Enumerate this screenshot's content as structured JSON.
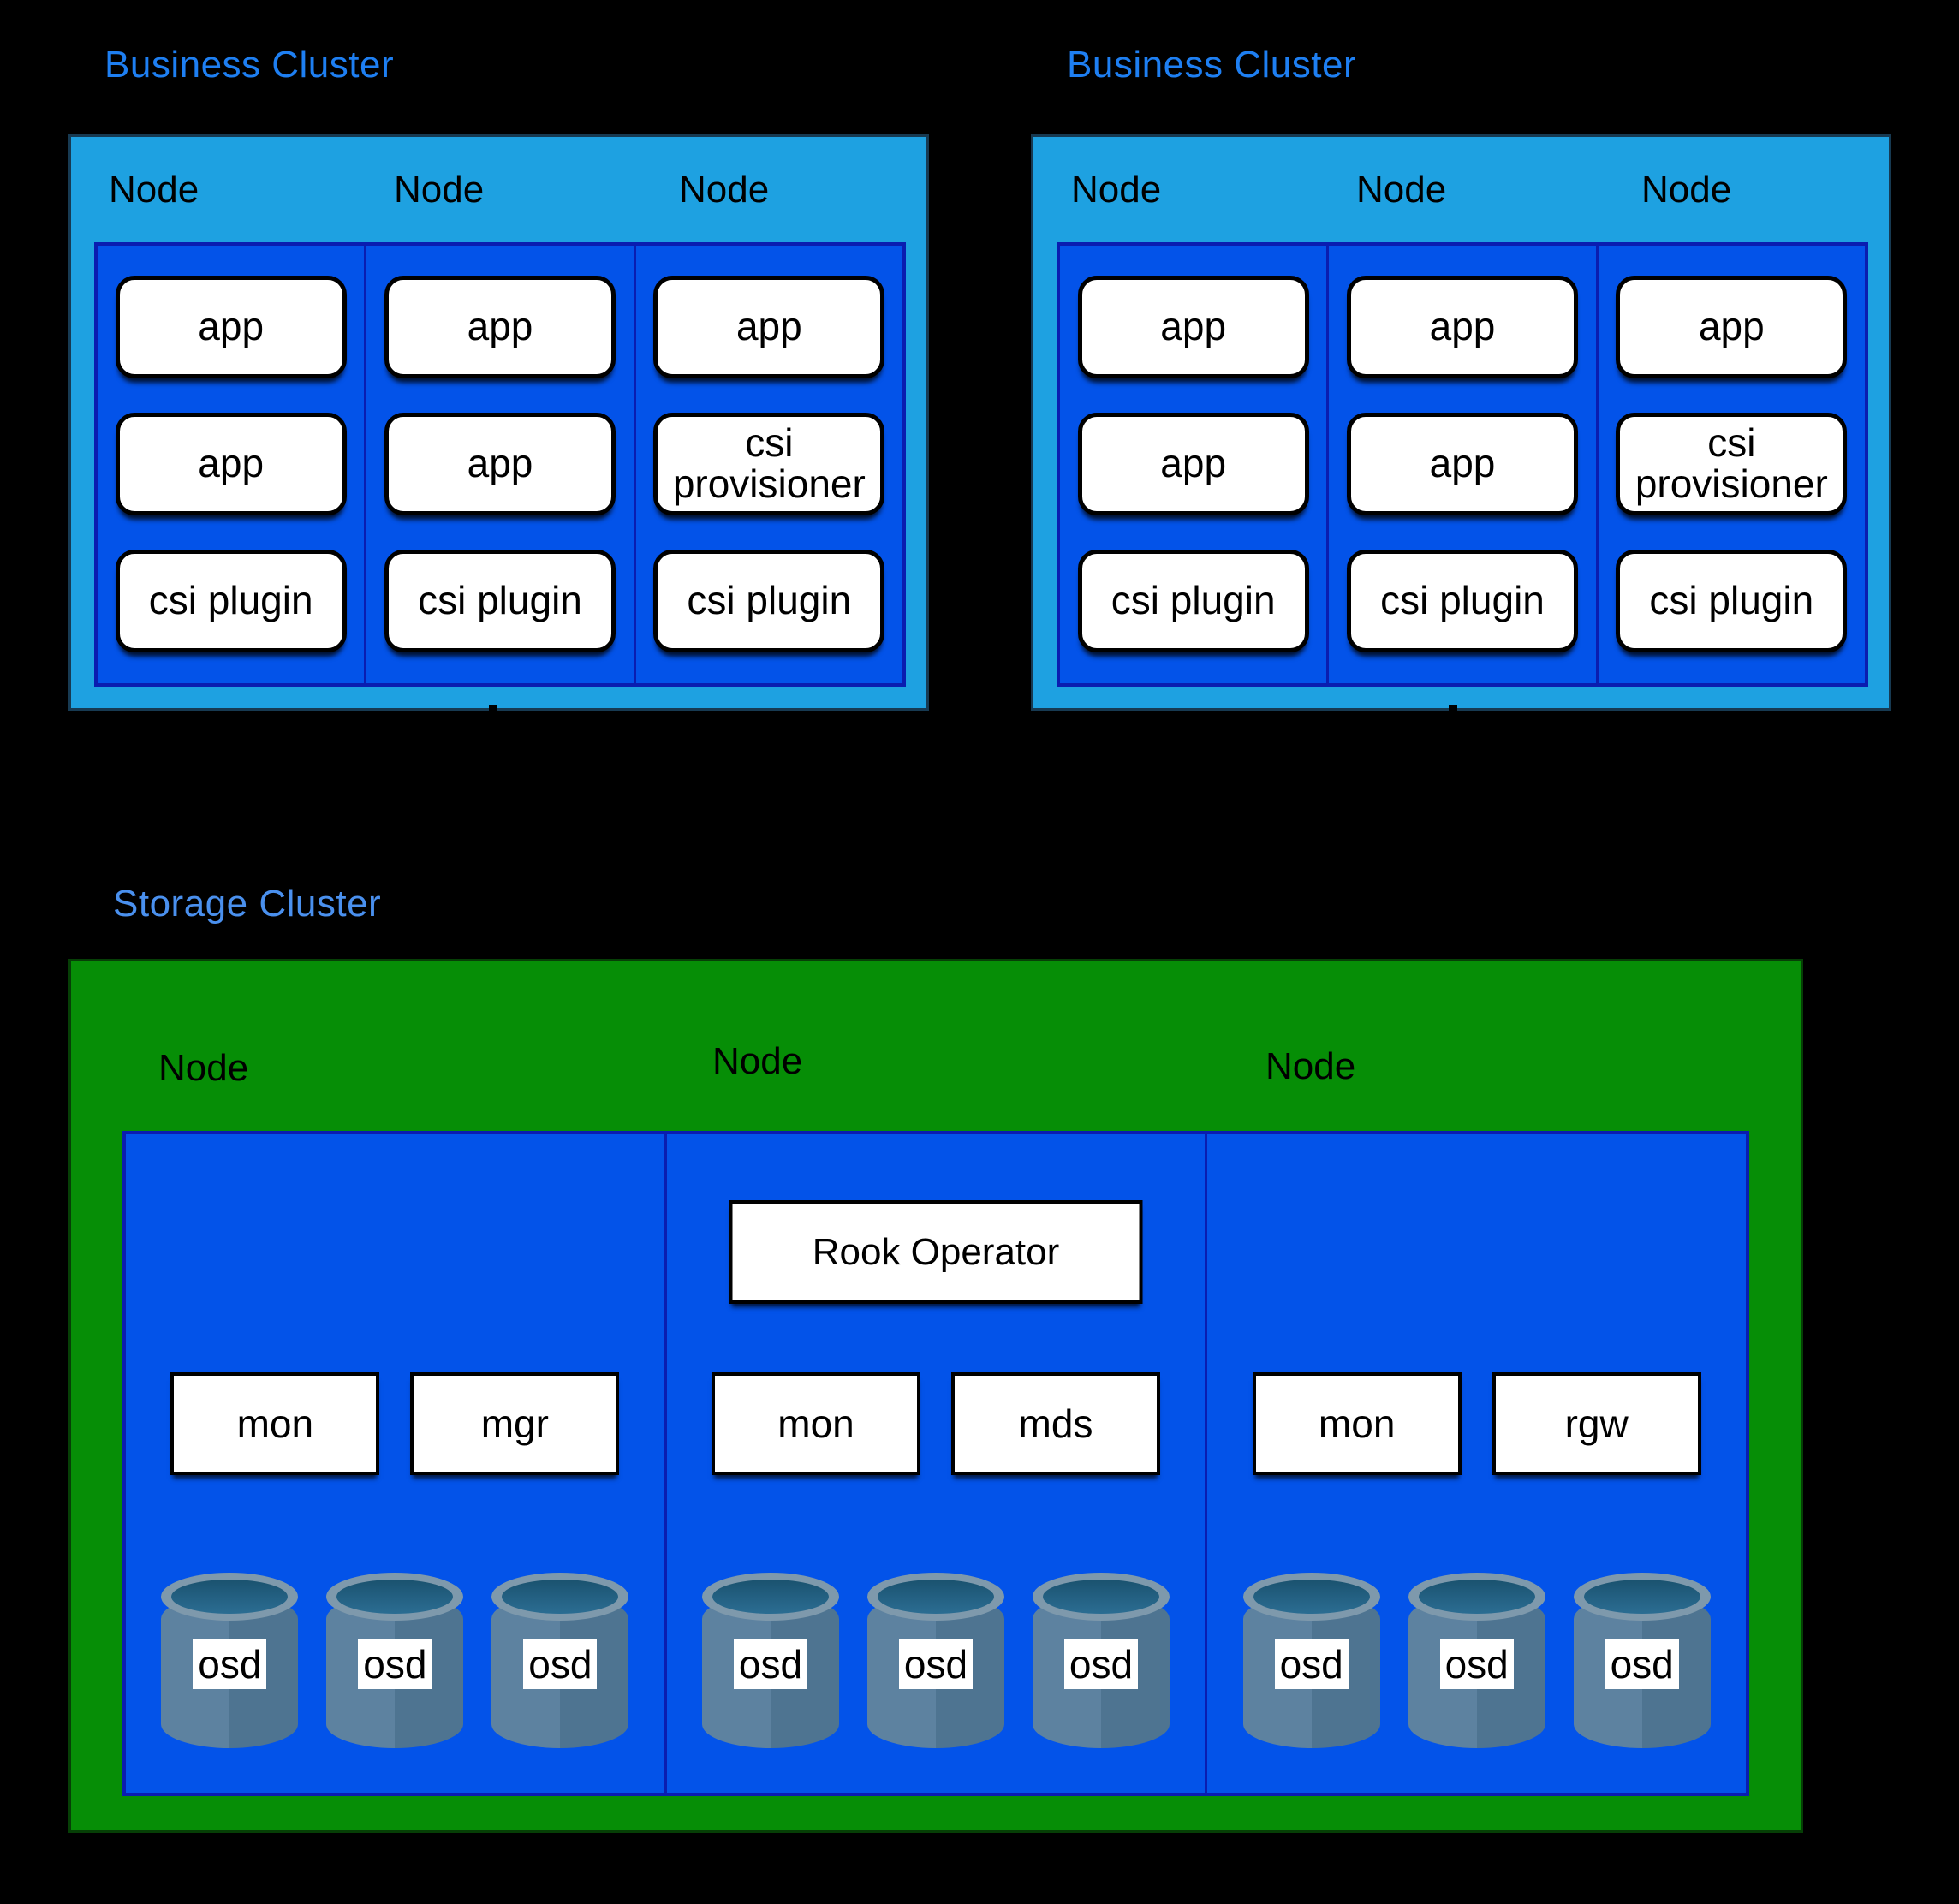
{
  "colors": {
    "background": "#000000",
    "business_title": "#1E7FF2",
    "storage_title": "#4A90EE",
    "cluster_shell": "#1EA1E1",
    "cluster_shell_border": "#173A52",
    "node_area": "#0353E9",
    "node_area_border": "#0A1DB0",
    "storage_shell": "#068E06",
    "storage_shell_border": "#063F06",
    "pod_fill": "#FFFFFF",
    "cylinder_body_light": "#5D82A0",
    "cylinder_body_dark": "#4E7491",
    "cylinder_rim": "#7E99AC",
    "cylinder_hole": "#1A526F"
  },
  "business_clusters": [
    {
      "title": "Business Cluster",
      "nodes": [
        {
          "label": "Node",
          "pods": [
            "app",
            "app",
            "csi plugin"
          ]
        },
        {
          "label": "Node",
          "pods": [
            "app",
            "app",
            "csi plugin"
          ]
        },
        {
          "label": "Node",
          "pods": [
            "app",
            "csi provisioner",
            "csi plugin"
          ]
        }
      ]
    },
    {
      "title": "Business Cluster",
      "nodes": [
        {
          "label": "Node",
          "pods": [
            "app",
            "app",
            "csi plugin"
          ]
        },
        {
          "label": "Node",
          "pods": [
            "app",
            "app",
            "csi plugin"
          ]
        },
        {
          "label": "Node",
          "pods": [
            "app",
            "csi provisioner",
            "csi plugin"
          ]
        }
      ]
    }
  ],
  "storage_cluster": {
    "title": "Storage Cluster",
    "nodes": [
      {
        "label": "Node",
        "daemons": [
          "mon",
          "mgr"
        ],
        "osds": [
          "osd",
          "osd",
          "osd"
        ]
      },
      {
        "label": "Node",
        "operator": "Rook Operator",
        "daemons": [
          "mon",
          "mds"
        ],
        "osds": [
          "osd",
          "osd",
          "osd"
        ]
      },
      {
        "label": "Node",
        "daemons": [
          "mon",
          "rgw"
        ],
        "osds": [
          "osd",
          "osd",
          "osd"
        ]
      }
    ]
  }
}
